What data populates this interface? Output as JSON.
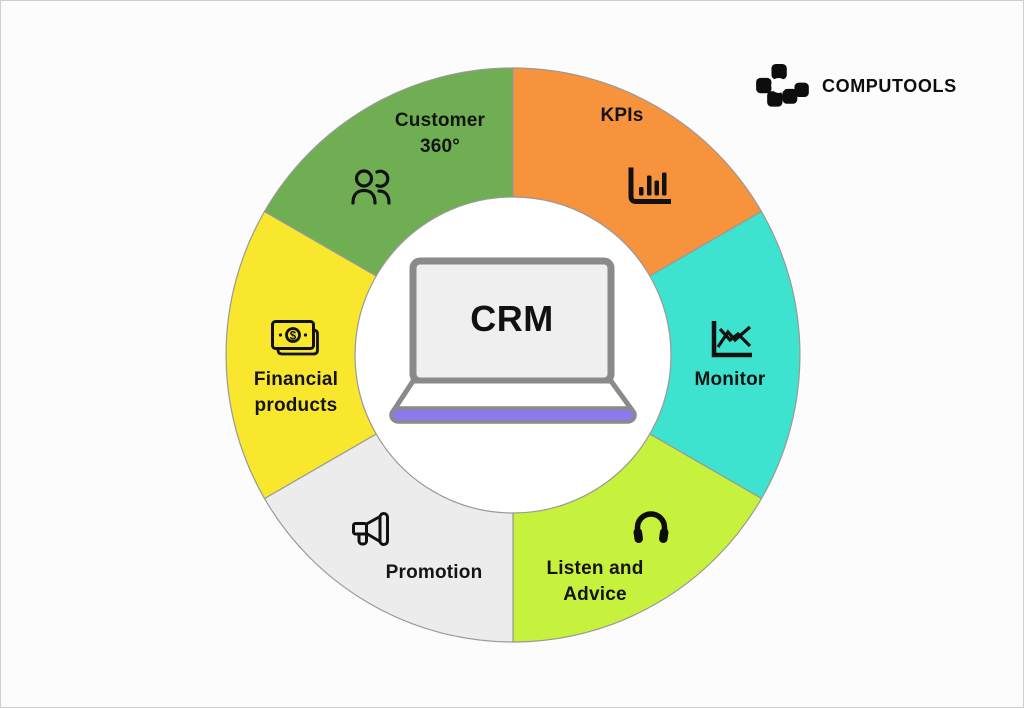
{
  "brand": {
    "name": "COMPUTOOLS"
  },
  "center": {
    "label": "CRM",
    "accent_color": "#8b7aec",
    "screen_color": "#efefef",
    "frame_color": "#8a8a8a"
  },
  "diagram": {
    "outline_color": "#999999",
    "dollar_sign": "$",
    "segments": [
      {
        "id": "kpis",
        "lines": [
          "KPIs"
        ],
        "color": "#f7923d",
        "icon": "bar-chart-icon"
      },
      {
        "id": "monitor",
        "lines": [
          "Monitor"
        ],
        "color": "#3ee3cf",
        "icon": "line-chart-icon"
      },
      {
        "id": "listen-and-advice",
        "lines": [
          "Listen and",
          "Advice"
        ],
        "color": "#c6f13c",
        "icon": "headphones-icon"
      },
      {
        "id": "promotion",
        "lines": [
          "Promotion"
        ],
        "color": "#ececec",
        "icon": "megaphone-icon"
      },
      {
        "id": "financial-products",
        "lines": [
          "Financial",
          "products"
        ],
        "color": "#f9e72e",
        "icon": "banknote-icon"
      },
      {
        "id": "customer-360",
        "lines": [
          "Customer",
          "360°"
        ],
        "color": "#6fae52",
        "icon": "users-icon"
      }
    ]
  }
}
